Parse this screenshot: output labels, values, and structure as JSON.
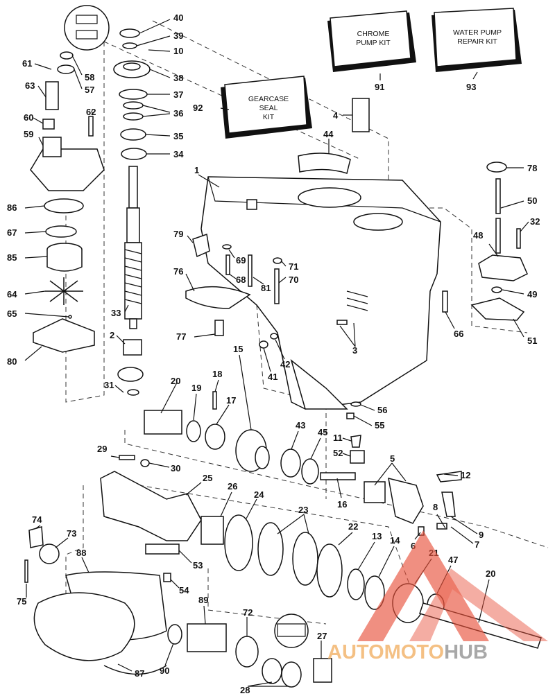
{
  "kits": {
    "chrome": {
      "line1": "CHROME",
      "line2": "PUMP KIT",
      "number": "91"
    },
    "water": {
      "line1": "WATER PUMP",
      "line2": "REPAIR KIT",
      "number": "93"
    },
    "gearcase": {
      "line1": "GEARCASE",
      "line2": "SEAL",
      "line3": "KIT",
      "number": "92"
    }
  },
  "labels": {
    "p40": "40",
    "p39": "39",
    "p10": "10",
    "p38": "38",
    "p37": "37",
    "p36": "36",
    "p35": "35",
    "p34": "34",
    "p61": "61",
    "p58": "58",
    "p57": "57",
    "p63": "63",
    "p62": "62",
    "p60": "60",
    "p59": "59",
    "p86": "86",
    "p67": "67",
    "p85": "85",
    "p64": "64",
    "p65": "65",
    "p80": "80",
    "p33": "33",
    "p2": "2",
    "p31": "31",
    "p1": "1",
    "p4": "4",
    "p44": "44",
    "p79": "79",
    "p76": "76",
    "p77": "77",
    "p69": "69",
    "p68": "68",
    "p81": "81",
    "p71": "71",
    "p70": "70",
    "p78": "78",
    "p50": "50",
    "p32": "32",
    "p48": "48",
    "p49": "49",
    "p51": "51",
    "p66": "66",
    "p3": "3",
    "p42": "42",
    "p41": "41",
    "p56": "56",
    "p55": "55",
    "p15": "15",
    "p20a": "20",
    "p19": "19",
    "p18": "18",
    "p17": "17",
    "p43": "43",
    "p45": "45",
    "p11": "11",
    "p52": "52",
    "p5": "5",
    "p16": "16",
    "p12": "12",
    "p8": "8",
    "p9": "9",
    "p7": "7",
    "p6": "6",
    "p29": "29",
    "p30": "30",
    "p25": "25",
    "p26": "26",
    "p24": "24",
    "p23": "23",
    "p22": "22",
    "p13": "13",
    "p14": "14",
    "p21": "21",
    "p47": "47",
    "p20b": "20",
    "p53": "53",
    "p54": "54",
    "p74": "74",
    "p73": "73",
    "p75": "75",
    "p88": "88",
    "p89": "89",
    "p72": "72",
    "p27": "27",
    "p28": "28",
    "p90": "90",
    "p87": "87"
  },
  "watermark": {
    "part1": "AUTO",
    "part2": "MOTO",
    "part3": "HUB",
    "color_accent": "#e8503a",
    "color_text": "#f3b66f",
    "color_hub": "#9a9a9a"
  }
}
